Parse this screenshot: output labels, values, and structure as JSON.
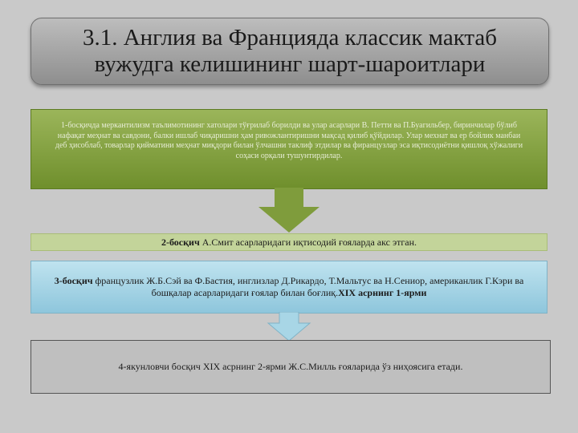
{
  "title": {
    "line1": "3.1. Англия ва Францияда классик мактаб",
    "line2": "вужудга келишининг шарт-шароитлари"
  },
  "stages": {
    "stage1": {
      "text": "1-босқичда меркантилизм таълимотининг хатолари тўғрилаб борилди ва улар асарлари В. Петти ва П.Буагильбер, биринчилар бўлиб нафақат меҳнат ва савдони, балки ишлаб чиқаришни ҳам ривожлантиришни мақсад қилиб қўйдилар. Улар мехнат ва ер бойлик манбаи деб ҳисоблаб, товарлар қийматини меҳнат миқдори билан ўлчашни таклиф этдилар ва фиранцузлар эса иқтисодиётни қишлоқ хўжалиги соҳаси орқали тушунтирдилар."
    },
    "stage2": {
      "bold": "2-босқич",
      "text": " А.Смит асарларидаги иқтисодий ғояларда акс этган."
    },
    "stage3": {
      "bold": "3-босқич",
      "text": " французлик Ж.Б.Сэй ва Ф.Бастия, инглизлар Д.Рикардо, Т.Мальтус ва Н.Сениор, американлик Г.Кэри ва бошқалар асарларидаги ғоялар билан боғлиқ.",
      "bold2": "XIX асрнинг 1-ярми"
    },
    "stage4": {
      "text": "4-якунловчи босқич XIX асрнинг 2-ярми Ж.С.Милль ғояларида ўз ниҳоясига етади."
    }
  },
  "colors": {
    "stage1": "#7f9c3c",
    "stage2": "#c3d49a",
    "stage3": "#a8d6e6",
    "stage4": "#bfbfbf",
    "arrow_green": "#7f9c3c",
    "arrow_blue": "#a8d6e6"
  }
}
